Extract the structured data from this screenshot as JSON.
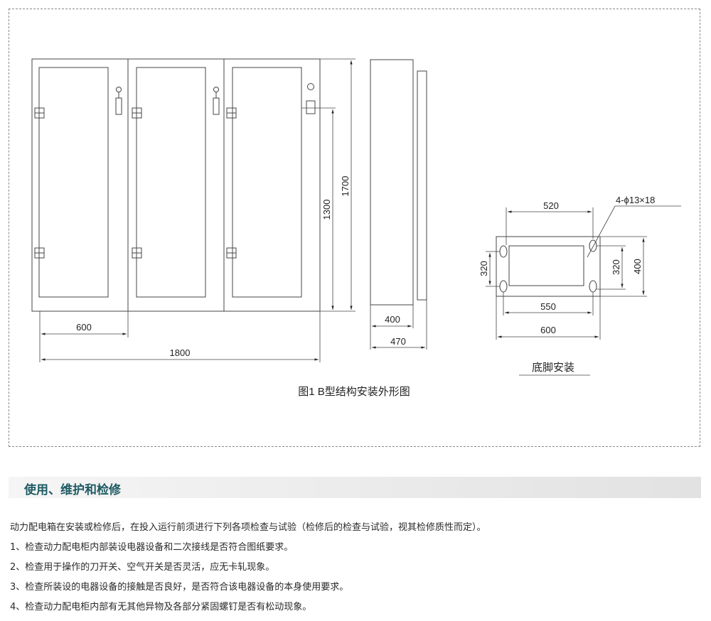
{
  "figure": {
    "caption": "图1 B型结构安装外形图",
    "dims": {
      "width_600": "600",
      "width_1800": "1800",
      "height_1300": "1300",
      "height_1700": "1700",
      "depth_400": "400",
      "depth_470": "470"
    },
    "base": {
      "label": "底脚安装",
      "hole_note": "4-ϕ13×18",
      "w520": "520",
      "w550": "550",
      "w600": "600",
      "h320_left": "320",
      "h320_right": "320",
      "h400": "400"
    }
  },
  "section": {
    "title": "使用、维护和检修"
  },
  "paragraphs": [
    "动力配电箱在安装或检修后，在投入运行前须进行下列各项检查与试验（检修后的检查与试验，视其检修质性而定）。",
    "1、检查动力配电柜内部装设电器设备和二次接线是否符合图纸要求。",
    "2、检查用于操作的刀开关、空气开关是否灵活，应无卡轧现象。",
    "3、检查所装设的电器设备的接触是否良好，是否符合该电器设备的本身使用要求。",
    "4、检查动力配电柜内部有无其他异物及各部分紧固螺钉是否有松动现象。"
  ]
}
